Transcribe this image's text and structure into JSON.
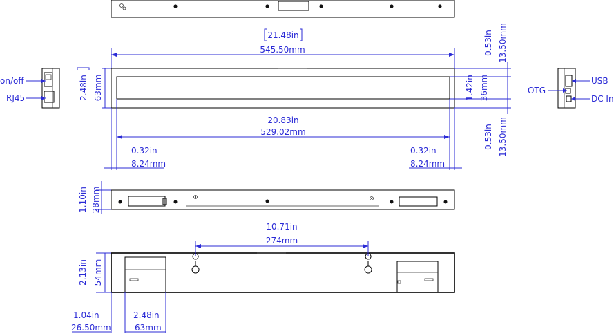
{
  "front": {
    "width_in": "21.48in",
    "width_mm": "545.50mm",
    "height_in": "2.48in",
    "height_mm": "63mm",
    "screen_height_in": "1.42in",
    "screen_height_mm": "36mm",
    "top_in": "0.53in",
    "top_mm": "13.50mm",
    "bottom_in": "0.53in",
    "bottom_mm": "13.50mm",
    "screen_width_in": "20.83in",
    "screen_width_mm": "529.02mm",
    "left_in": "0.32in",
    "left_mm": "8.24mm",
    "right_in": "0.32in",
    "right_mm": "8.24mm"
  },
  "left_side": {
    "onoff_label": "on/off",
    "rj45_label": "RJ45"
  },
  "right_side": {
    "usb_label": "USB",
    "otg_label": "OTG",
    "dcin_label": "DC In"
  },
  "bottom_view": {
    "depth_in": "1.10in",
    "depth_mm": "28mm"
  },
  "back_view": {
    "hole_span_in": "10.71in",
    "hole_span_mm": "274mm",
    "height_in": "2.13in",
    "height_mm": "54mm",
    "offset_in": "1.04in",
    "offset_mm": "26.50mm",
    "box_in": "2.48in",
    "box_mm": "63mm"
  }
}
